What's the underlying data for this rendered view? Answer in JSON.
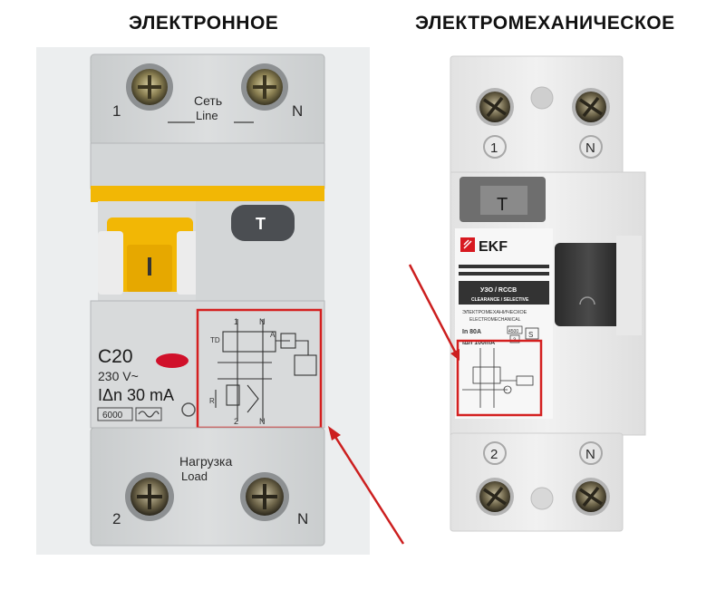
{
  "headings": {
    "left": "ЭЛЕКТРОННОЕ",
    "right": "ЭЛЕКТРОМЕХАНИЧЕСКОЕ"
  },
  "left_device": {
    "terminal_top_left": "1",
    "terminal_top_right": "N",
    "line_label_ru": "Сеть",
    "line_label_en": "Line",
    "test_button": "T",
    "rating": "C20",
    "voltage": "230 V~",
    "residual_current": "IΔn 30 mA",
    "breaking_capacity": "6000",
    "load_label_ru": "Нагрузка",
    "load_label_en": "Load",
    "terminal_bottom_left": "2",
    "terminal_bottom_right": "N",
    "diagram_labels": {
      "top_1": "1",
      "top_n": "N",
      "bottom_2": "2",
      "bottom_n": "N",
      "td": "TD",
      "a": "A",
      "r": "R"
    }
  },
  "right_device": {
    "terminal_top_1": "1",
    "terminal_top_n": "N",
    "test_button": "T",
    "brand": "EKF",
    "model": "УЗО / RCCB",
    "subtitle": "CLEARANCE / SELECTIVE",
    "type_ru": "ЭЛЕКТРОМЕХАНИЧЕСКОЕ",
    "type_en": "ELECTROMECHANICAL",
    "rated_current": "In 80A",
    "residual_current": "IΔn 100mA",
    "breaking_capacity": "4500",
    "badge_3": "3",
    "badge_s": "S",
    "terminal_bottom_2": "2",
    "terminal_bottom_n": "N"
  },
  "colors": {
    "highlight": "#d42020",
    "arrow": "#cc1f1f",
    "handle_yellow": "#f2b705",
    "indicator_red": "#d0102a",
    "brand_red": "#d71920"
  },
  "icons": [
    "screw-terminal-icon",
    "arrow-icon",
    "ekf-logo-icon",
    "sine-wave-icon"
  ]
}
